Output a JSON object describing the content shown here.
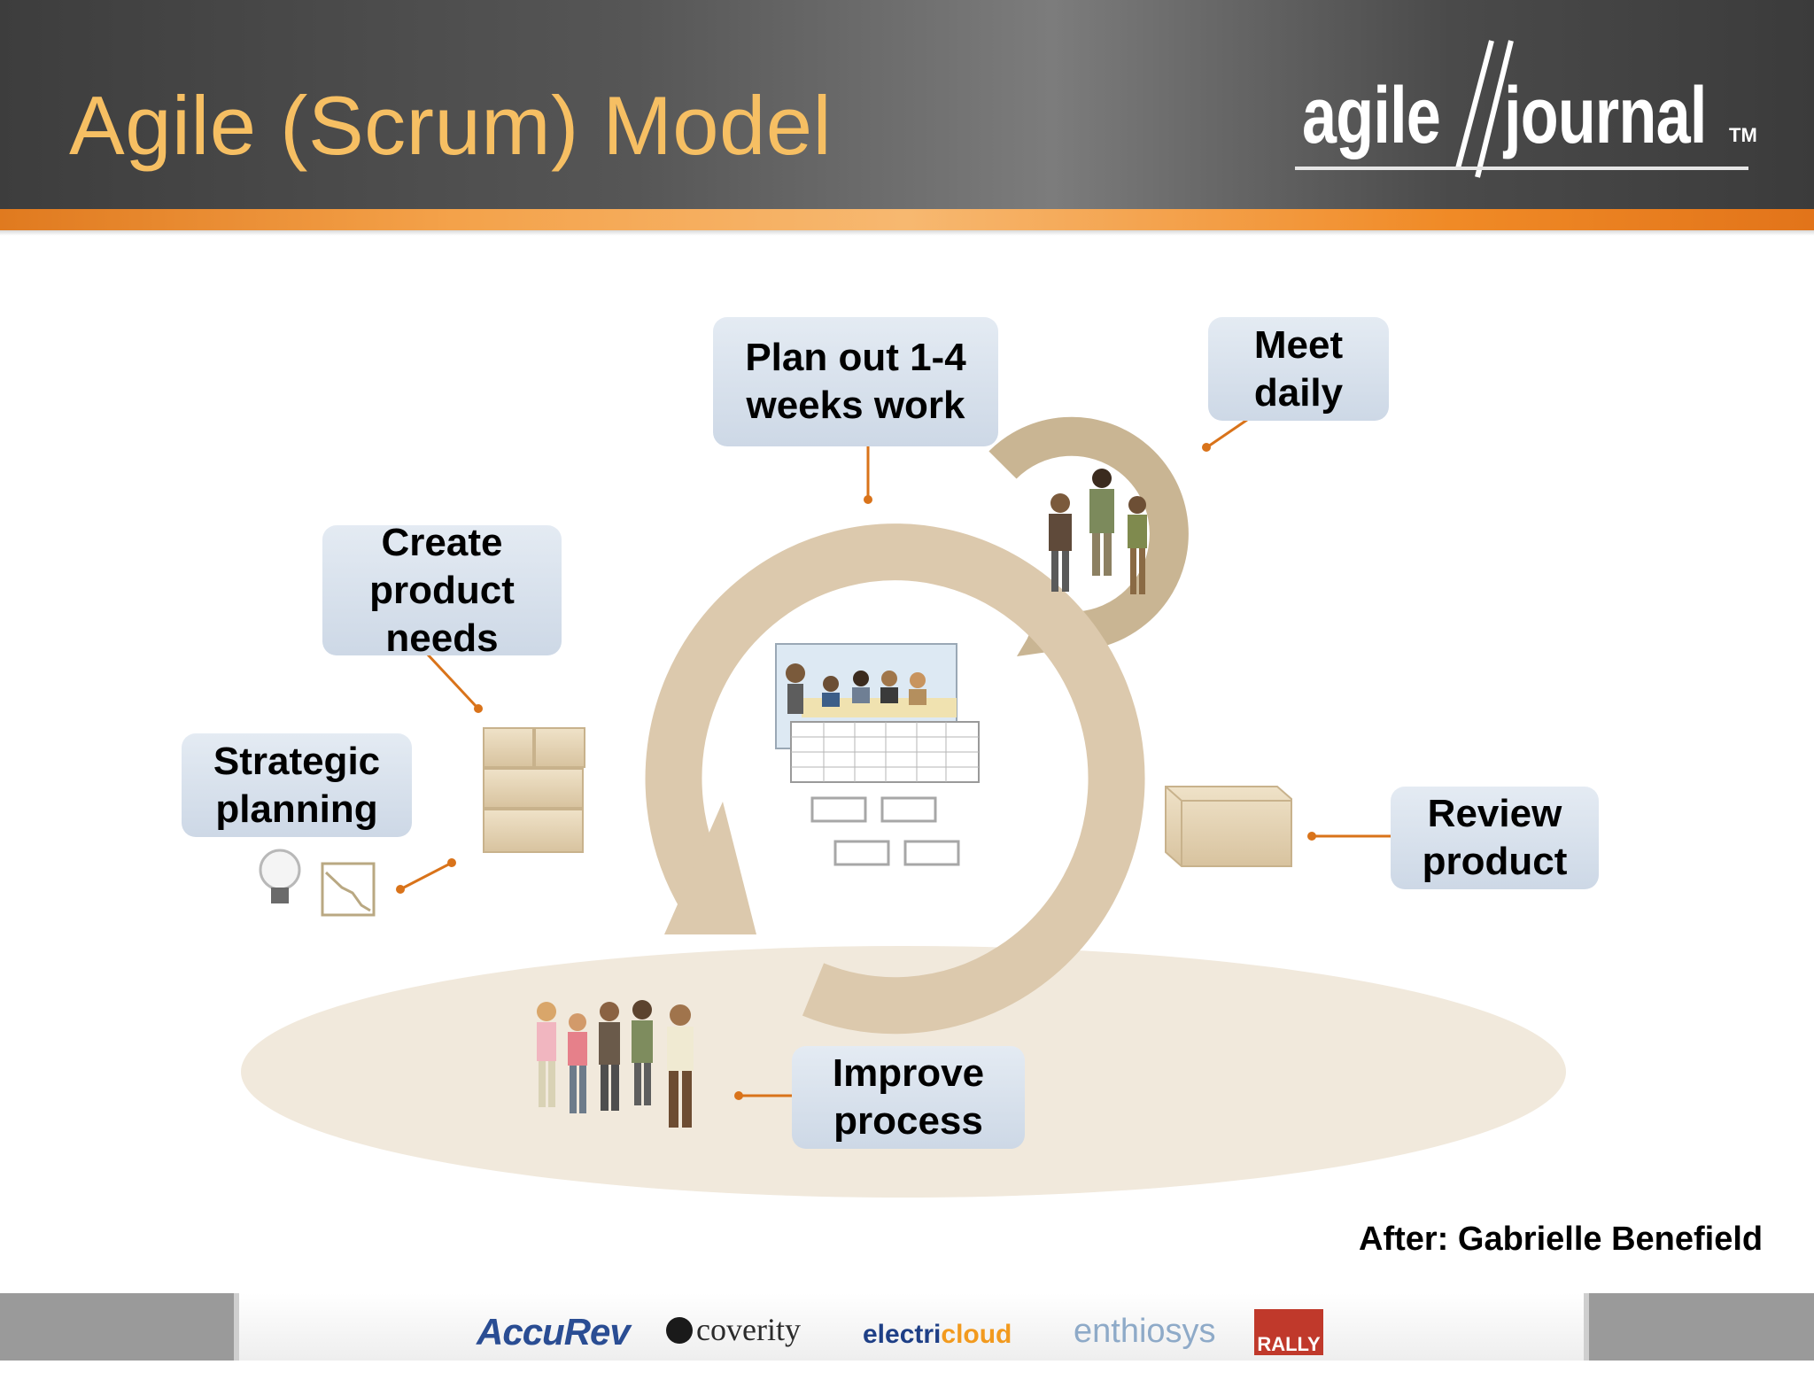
{
  "slide": {
    "title": "Agile (Scrum) Model",
    "attribution": "After: Gabrielle Benefield"
  },
  "logo": {
    "part1": "agile",
    "part2": "journal",
    "tm": "TM"
  },
  "steps": {
    "strategic_planning": [
      "Strategic",
      "planning"
    ],
    "create_product_needs": [
      "Create",
      "product",
      "needs"
    ],
    "plan_work": [
      "Plan out 1-4",
      "weeks work"
    ],
    "meet_daily": [
      "Meet",
      "daily"
    ],
    "review_product": [
      "Review",
      "product"
    ],
    "improve_process": [
      "Improve",
      "process"
    ]
  },
  "sponsors": {
    "accurev": "AccuRev",
    "coverity": "coverity",
    "electric_part1": "electri",
    "electric_part2": "cloud",
    "enthiosys": "enthiosys",
    "rally": "RALLY"
  },
  "colors": {
    "title": "#f6bf63",
    "cycle_arrow": "#dcc9ad",
    "daily_arrow": "#c9b593",
    "connector": "#d9731a",
    "label_fill": "#d6dfeb",
    "ellipse": "#f1e9dc"
  }
}
